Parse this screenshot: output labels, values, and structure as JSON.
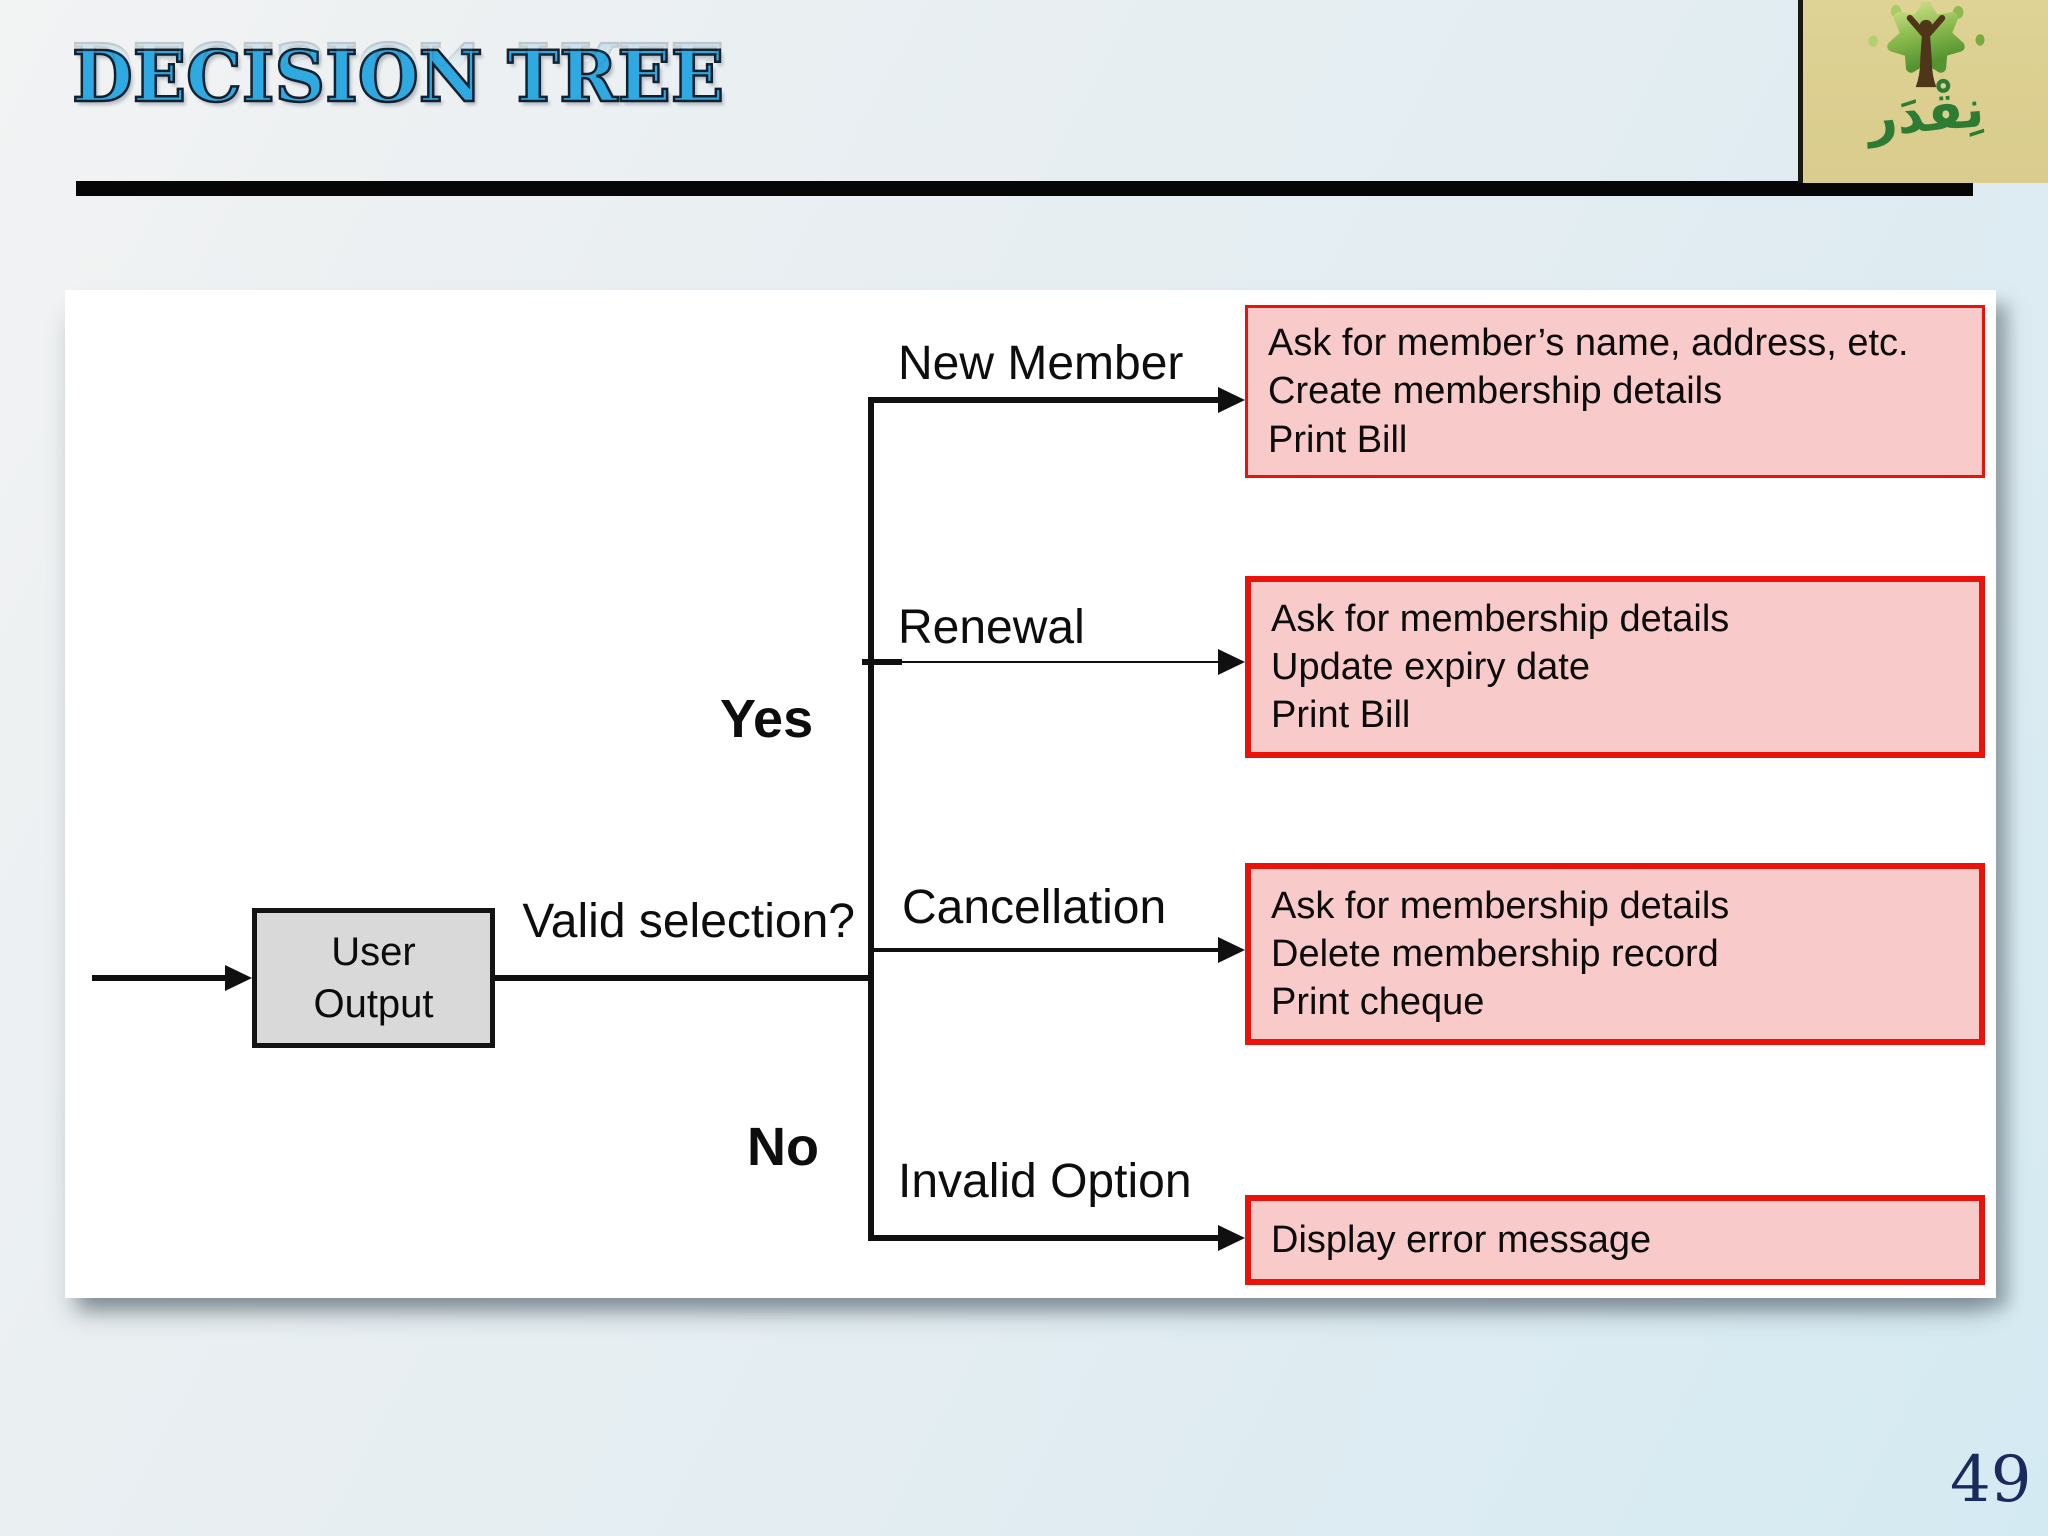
{
  "slide": {
    "title": "DECISION TREE",
    "page_number": "49"
  },
  "logo": {
    "arabic_text": "نِقْدَر"
  },
  "diagram": {
    "start_node": {
      "line1": "User",
      "line2": "Output"
    },
    "question": "Valid selection?",
    "yes_label": "Yes",
    "no_label": "No",
    "branches": [
      {
        "label": "New Member",
        "actions": [
          "Ask for member’s name, address, etc.",
          "Create membership details",
          "Print Bill"
        ]
      },
      {
        "label": "Renewal",
        "actions": [
          "Ask for membership details",
          "Update expiry date",
          "Print Bill"
        ]
      },
      {
        "label": "Cancellation",
        "actions": [
          "Ask for membership details",
          "Delete membership record",
          "Print cheque"
        ]
      },
      {
        "label": "Invalid Option",
        "actions": [
          "Display error message"
        ]
      }
    ],
    "colors": {
      "title_blue": "#2fa9e1",
      "action_box_fill": "#f9caca",
      "action_box_border": "#ea130c",
      "node_fill": "#d9d9d9",
      "line_color": "#101010",
      "page_number_navy": "#1a2a5c",
      "logo_background": "#ded294",
      "logo_green": "#2e7c33"
    }
  }
}
